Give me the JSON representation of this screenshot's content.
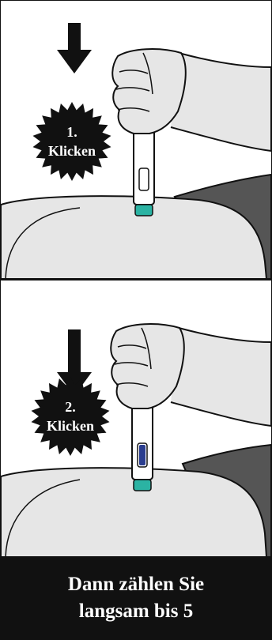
{
  "steps": [
    {
      "number": "1.",
      "action": "Klicken"
    },
    {
      "number": "2.",
      "action": "Klicken"
    }
  ],
  "instruction": {
    "line1": "Dann zählen Sie",
    "line2": "langsam bis 5"
  },
  "icons": {
    "arrow": "down-arrow-icon",
    "burst": "starburst-badge",
    "pen": "injection-pen"
  },
  "colors": {
    "ink": "#111111",
    "skin_fill": "#e6e6e6",
    "clothing": "#555555",
    "needle_cap": "#2bb3a3",
    "pen_window_active": "#2a3d8f",
    "background": "#ffffff"
  }
}
